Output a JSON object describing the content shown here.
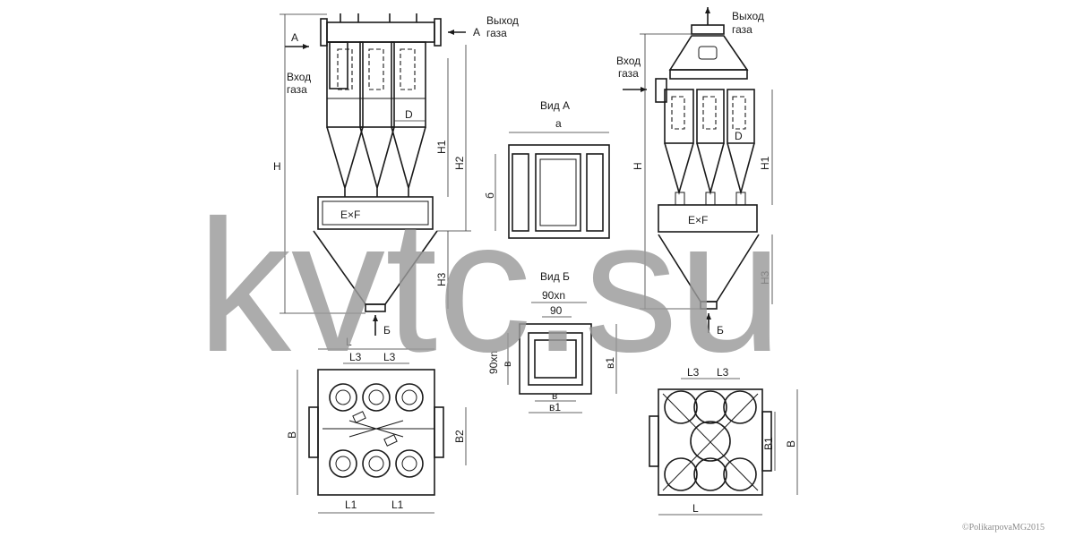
{
  "labels": {
    "inlet_a": "A",
    "outlet_a": "A",
    "gas_inlet_1": "Вход",
    "gas_inlet_2": "газа",
    "gas_outlet_1": "Выход",
    "gas_outlet_2": "газа",
    "H": "H",
    "H1": "H1",
    "H2": "H2",
    "H3": "H3",
    "D": "D",
    "ExF": "E×F",
    "view_b_marker": "Б",
    "L": "L",
    "L1": "L1",
    "L3": "L3",
    "B": "B",
    "B1": "B1",
    "B2": "B2",
    "view_a_title": "Вид А",
    "view_a_a": "а",
    "view_a_b": "б",
    "view_b_title": "Вид Б",
    "view_b_90xn": "90хn",
    "view_b_90": "90",
    "view_b_v": "в",
    "view_b_v1": "в1"
  },
  "watermark": "kvtc.su",
  "copyright": "©PolikarpovaMG2015",
  "colors": {
    "line": "#1a1a1a",
    "watermark": "#9a9a9a"
  }
}
